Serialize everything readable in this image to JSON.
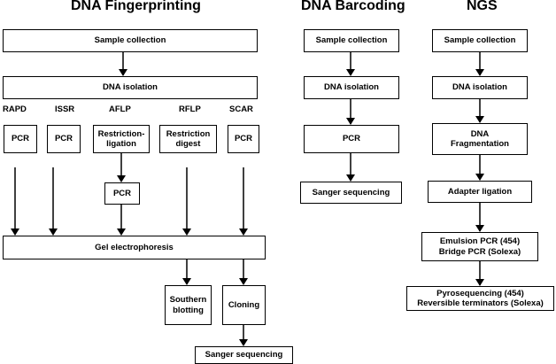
{
  "titles": {
    "fingerprinting": "DNA Fingerprinting",
    "barcoding": "DNA Barcoding",
    "ngs": "NGS"
  },
  "fingerprinting": {
    "sample_collection": "Sample collection",
    "dna_isolation": "DNA isolation",
    "markers": [
      "RAPD",
      "ISSR",
      "AFLP",
      "RFLP",
      "SCAR"
    ],
    "pcr_rapd": "PCR",
    "pcr_issr": "PCR",
    "restriction_ligation": "Restriction-\nligation",
    "restriction_digest": "Restriction\ndigest",
    "pcr_scar": "PCR",
    "pcr_aflp": "PCR",
    "gel_electrophoresis": "Gel electrophoresis",
    "southern_blotting": "Southern\nblotting",
    "cloning": "Cloning",
    "sanger_sequencing": "Sanger sequencing"
  },
  "barcoding": {
    "sample_collection": "Sample collection",
    "dna_isolation": "DNA isolation",
    "pcr": "PCR",
    "sanger_sequencing": "Sanger sequencing"
  },
  "ngs": {
    "sample_collection": "Sample collection",
    "dna_isolation": "DNA isolation",
    "dna_fragmentation": "DNA\nFragmentation",
    "adapter_ligation": "Adapter ligation",
    "emulsion_pcr": "Emulsion PCR (454)\nBridge PCR (Solexa)",
    "pyrosequencing": "Pyrosequencing (454)\nReversible terminators (Solexa)"
  }
}
